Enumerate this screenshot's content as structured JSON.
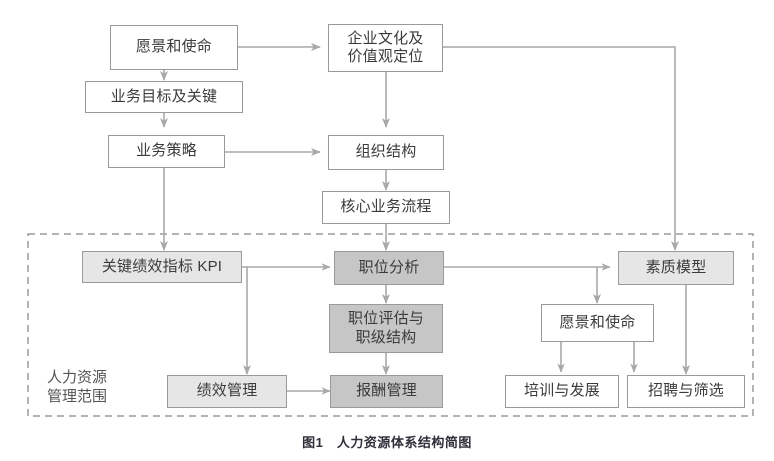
{
  "figure": {
    "caption": "图1　人力资源体系结构简图",
    "scope_label": "人力资源\n管理范围",
    "colors": {
      "stroke": "#9a9a9a",
      "line": "#a8a8a8",
      "fill_white": "#ffffff",
      "fill_light": "#e6e6e6",
      "fill_dark": "#c6c6c6",
      "text": "#3b3b3b",
      "caption_text": "#2f2f3a"
    }
  },
  "nodes": [
    {
      "id": "vision_top",
      "label": "愿景和使命",
      "fill": "white"
    },
    {
      "id": "culture",
      "label": "企业文化及\n价值观定位",
      "fill": "white"
    },
    {
      "id": "objectives",
      "label": "业务目标及关键",
      "fill": "white"
    },
    {
      "id": "strategy",
      "label": "业务策略",
      "fill": "white"
    },
    {
      "id": "org_structure",
      "label": "组织结构",
      "fill": "white"
    },
    {
      "id": "core_process",
      "label": "核心业务流程",
      "fill": "white"
    },
    {
      "id": "kpi",
      "label": "关键绩效指标 KPI",
      "fill": "light"
    },
    {
      "id": "job_analysis",
      "label": "职位分析",
      "fill": "dark"
    },
    {
      "id": "competency",
      "label": "素质模型",
      "fill": "light"
    },
    {
      "id": "job_eval",
      "label": "职位评估与\n职级结构",
      "fill": "dark"
    },
    {
      "id": "vision_inner",
      "label": "愿景和使命",
      "fill": "white"
    },
    {
      "id": "perf_mgmt",
      "label": "绩效管理",
      "fill": "light"
    },
    {
      "id": "comp_mgmt",
      "label": "报酬管理",
      "fill": "dark"
    },
    {
      "id": "training",
      "label": "培训与发展",
      "fill": "white"
    },
    {
      "id": "recruiting",
      "label": "招聘与筛选",
      "fill": "white"
    }
  ],
  "edges": [
    {
      "from": "vision_top",
      "to": "culture",
      "type": "single"
    },
    {
      "from": "vision_top",
      "to": "objectives",
      "type": "single"
    },
    {
      "from": "objectives",
      "to": "strategy",
      "type": "single"
    },
    {
      "from": "strategy",
      "to": "org_structure",
      "type": "single"
    },
    {
      "from": "strategy",
      "to": "kpi",
      "type": "single"
    },
    {
      "from": "culture",
      "to": "org_structure",
      "type": "single"
    },
    {
      "from": "culture",
      "to": "competency",
      "type": "single"
    },
    {
      "from": "org_structure",
      "to": "core_process",
      "type": "single"
    },
    {
      "from": "core_process",
      "to": "job_analysis",
      "type": "single"
    },
    {
      "from": "kpi",
      "to": "job_analysis",
      "type": "double"
    },
    {
      "from": "job_analysis",
      "to": "competency",
      "type": "double"
    },
    {
      "from": "job_analysis",
      "to": "job_eval",
      "type": "single"
    },
    {
      "from": "job_eval",
      "to": "comp_mgmt",
      "type": "single"
    },
    {
      "from": "kpi",
      "to": "perf_mgmt",
      "type": "single"
    },
    {
      "from": "competency",
      "to": "vision_inner",
      "type": "single"
    },
    {
      "from": "competency",
      "to": "recruiting",
      "type": "single"
    },
    {
      "from": "perf_mgmt",
      "to": "comp_mgmt",
      "type": "double"
    },
    {
      "from": "vision_inner",
      "to": "training",
      "type": "double"
    },
    {
      "from": "vision_inner",
      "to": "recruiting",
      "type": "double"
    },
    {
      "from": "training",
      "to": "recruiting",
      "type": "double"
    }
  ]
}
